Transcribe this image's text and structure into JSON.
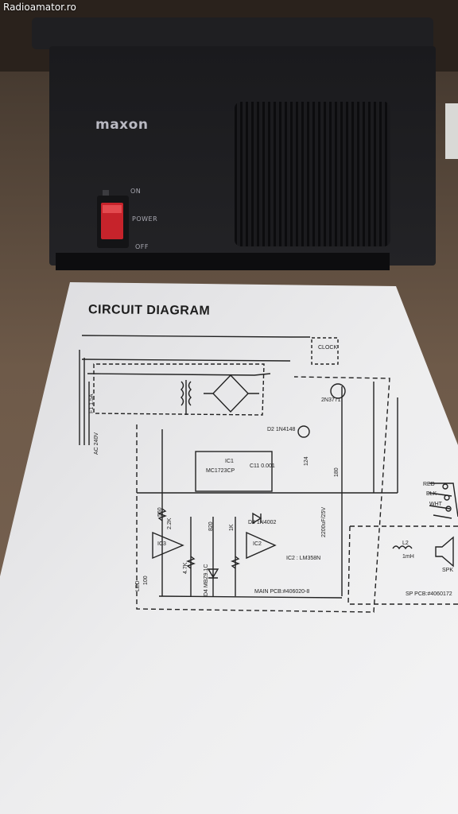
{
  "watermark": "Radioamator.ro",
  "device": {
    "brand": "maxon",
    "switch_labels": {
      "on": "ON",
      "power": "POWER",
      "off": "OFF"
    }
  },
  "paper": {
    "title": "CIRCUIT  DIAGRAM",
    "labels": {
      "ac": "AC 240V",
      "fuse": "F1 1.5A",
      "ic1": "IC1",
      "ic1_part": "MC1723CP",
      "ic2": "IC2",
      "ic2_part": "IC2 : LM358N",
      "ic3": "IC3",
      "d2": "D2 1N4148",
      "d3": "D3 1N4002",
      "cap_main": "2200uF/25V",
      "clock": "CLOCK",
      "main_pcb": "MAIN PCB:#406020-8",
      "sp_pcb": "SP PCB:#4060172",
      "red": "RED",
      "blk": "BLK",
      "wht": "WHT",
      "spk": "SPK",
      "led": "LED",
      "l2": "L2",
      "inductor": "1mH",
      "tr": "2N3771",
      "c11": "C11 0.001",
      "r_220": "2.2K",
      "r_560": "560",
      "r_100": "100",
      "r_47k": "4.7K",
      "d4": "D4 MBZ9.1C",
      "r_820": "820",
      "r_1k": "1K",
      "r_124": "124",
      "r_180": "180"
    }
  }
}
